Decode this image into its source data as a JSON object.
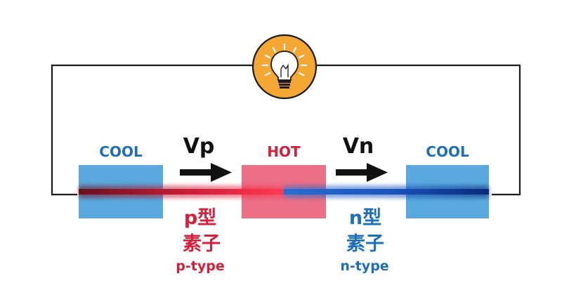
{
  "labels": {
    "cool_left": "COOL",
    "hot": "HOT",
    "cool_right": "COOL",
    "vp": "Vp",
    "vn": "Vn"
  },
  "p_element": {
    "line1": "p型",
    "line2": "素子",
    "english": "p-type"
  },
  "n_element": {
    "line1": "n型",
    "line2": "素子",
    "english": "n-type"
  },
  "colors": {
    "cool_block": "#5aa9de",
    "hot_block": "#ec6f86",
    "p_type": "#d61f3b",
    "n_type": "#1e6fb9",
    "bulb_circle": "#f5a733"
  },
  "icons": {
    "bulb": "light-bulb-icon",
    "arrow": "right-arrow-icon"
  }
}
